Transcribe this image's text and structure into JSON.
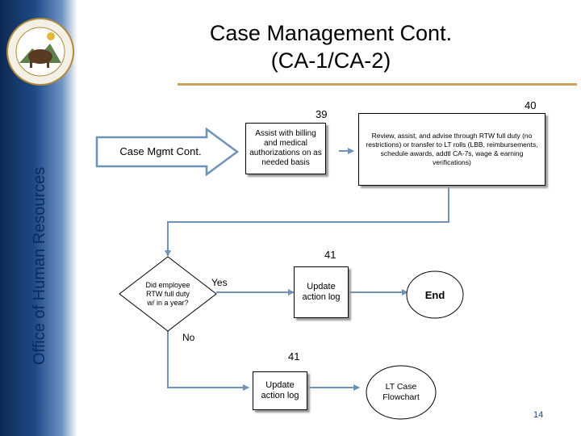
{
  "sidebar": {
    "label": "Office of Human Resources"
  },
  "title": {
    "line1": "Case Management Cont.",
    "line2": "(CA-1/CA-2)"
  },
  "steps": {
    "arrow_label": "Case Mgmt Cont.",
    "n39": "39",
    "n40": "40",
    "n41a": "41",
    "n41b": "41",
    "assist": "Assist with billing and medical authorizations on as needed basis",
    "review": "Review, assist, and advise through RTW full duty (no restrictions) or transfer to LT rolls (LBB, reimbursements, schedule awards, addtl CA-7s, wage & earning verifications)",
    "decision": "Did employee RTW full duty w/ in a year?",
    "yes": "Yes",
    "no": "No",
    "update1": "Update action log",
    "update2": "Update action log",
    "end": "End",
    "lt_flowchart": "LT Case Flowchart"
  },
  "page_number": "14",
  "colors": {
    "connector": "#6f93b8",
    "rule": "#c9a45a",
    "sidebar_dark": "#0d2a55"
  }
}
